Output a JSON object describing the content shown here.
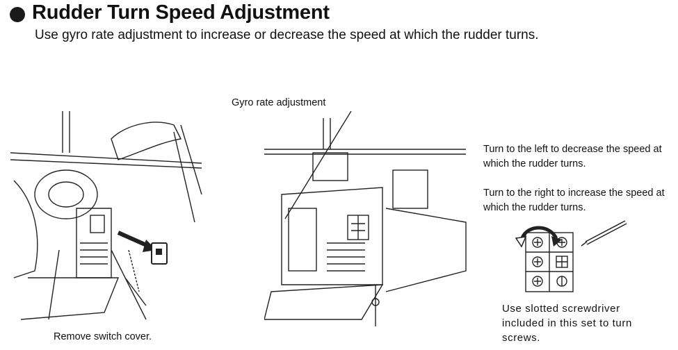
{
  "section": {
    "title": "Rudder Turn Speed Adjustment",
    "subtitle": "Use gyro rate adjustment to increase or decrease the speed at which the rudder turns."
  },
  "figures": {
    "left_caption": "Remove switch cover.",
    "center_label": "Gyro rate adjustment",
    "instructions": [
      "Turn to the left to decrease the speed at which the rudder turns.",
      "Turn to the right to increase the speed at which the rudder turns."
    ],
    "screwdriver_note": "Use slotted screwdriver included in this set to turn screws."
  }
}
